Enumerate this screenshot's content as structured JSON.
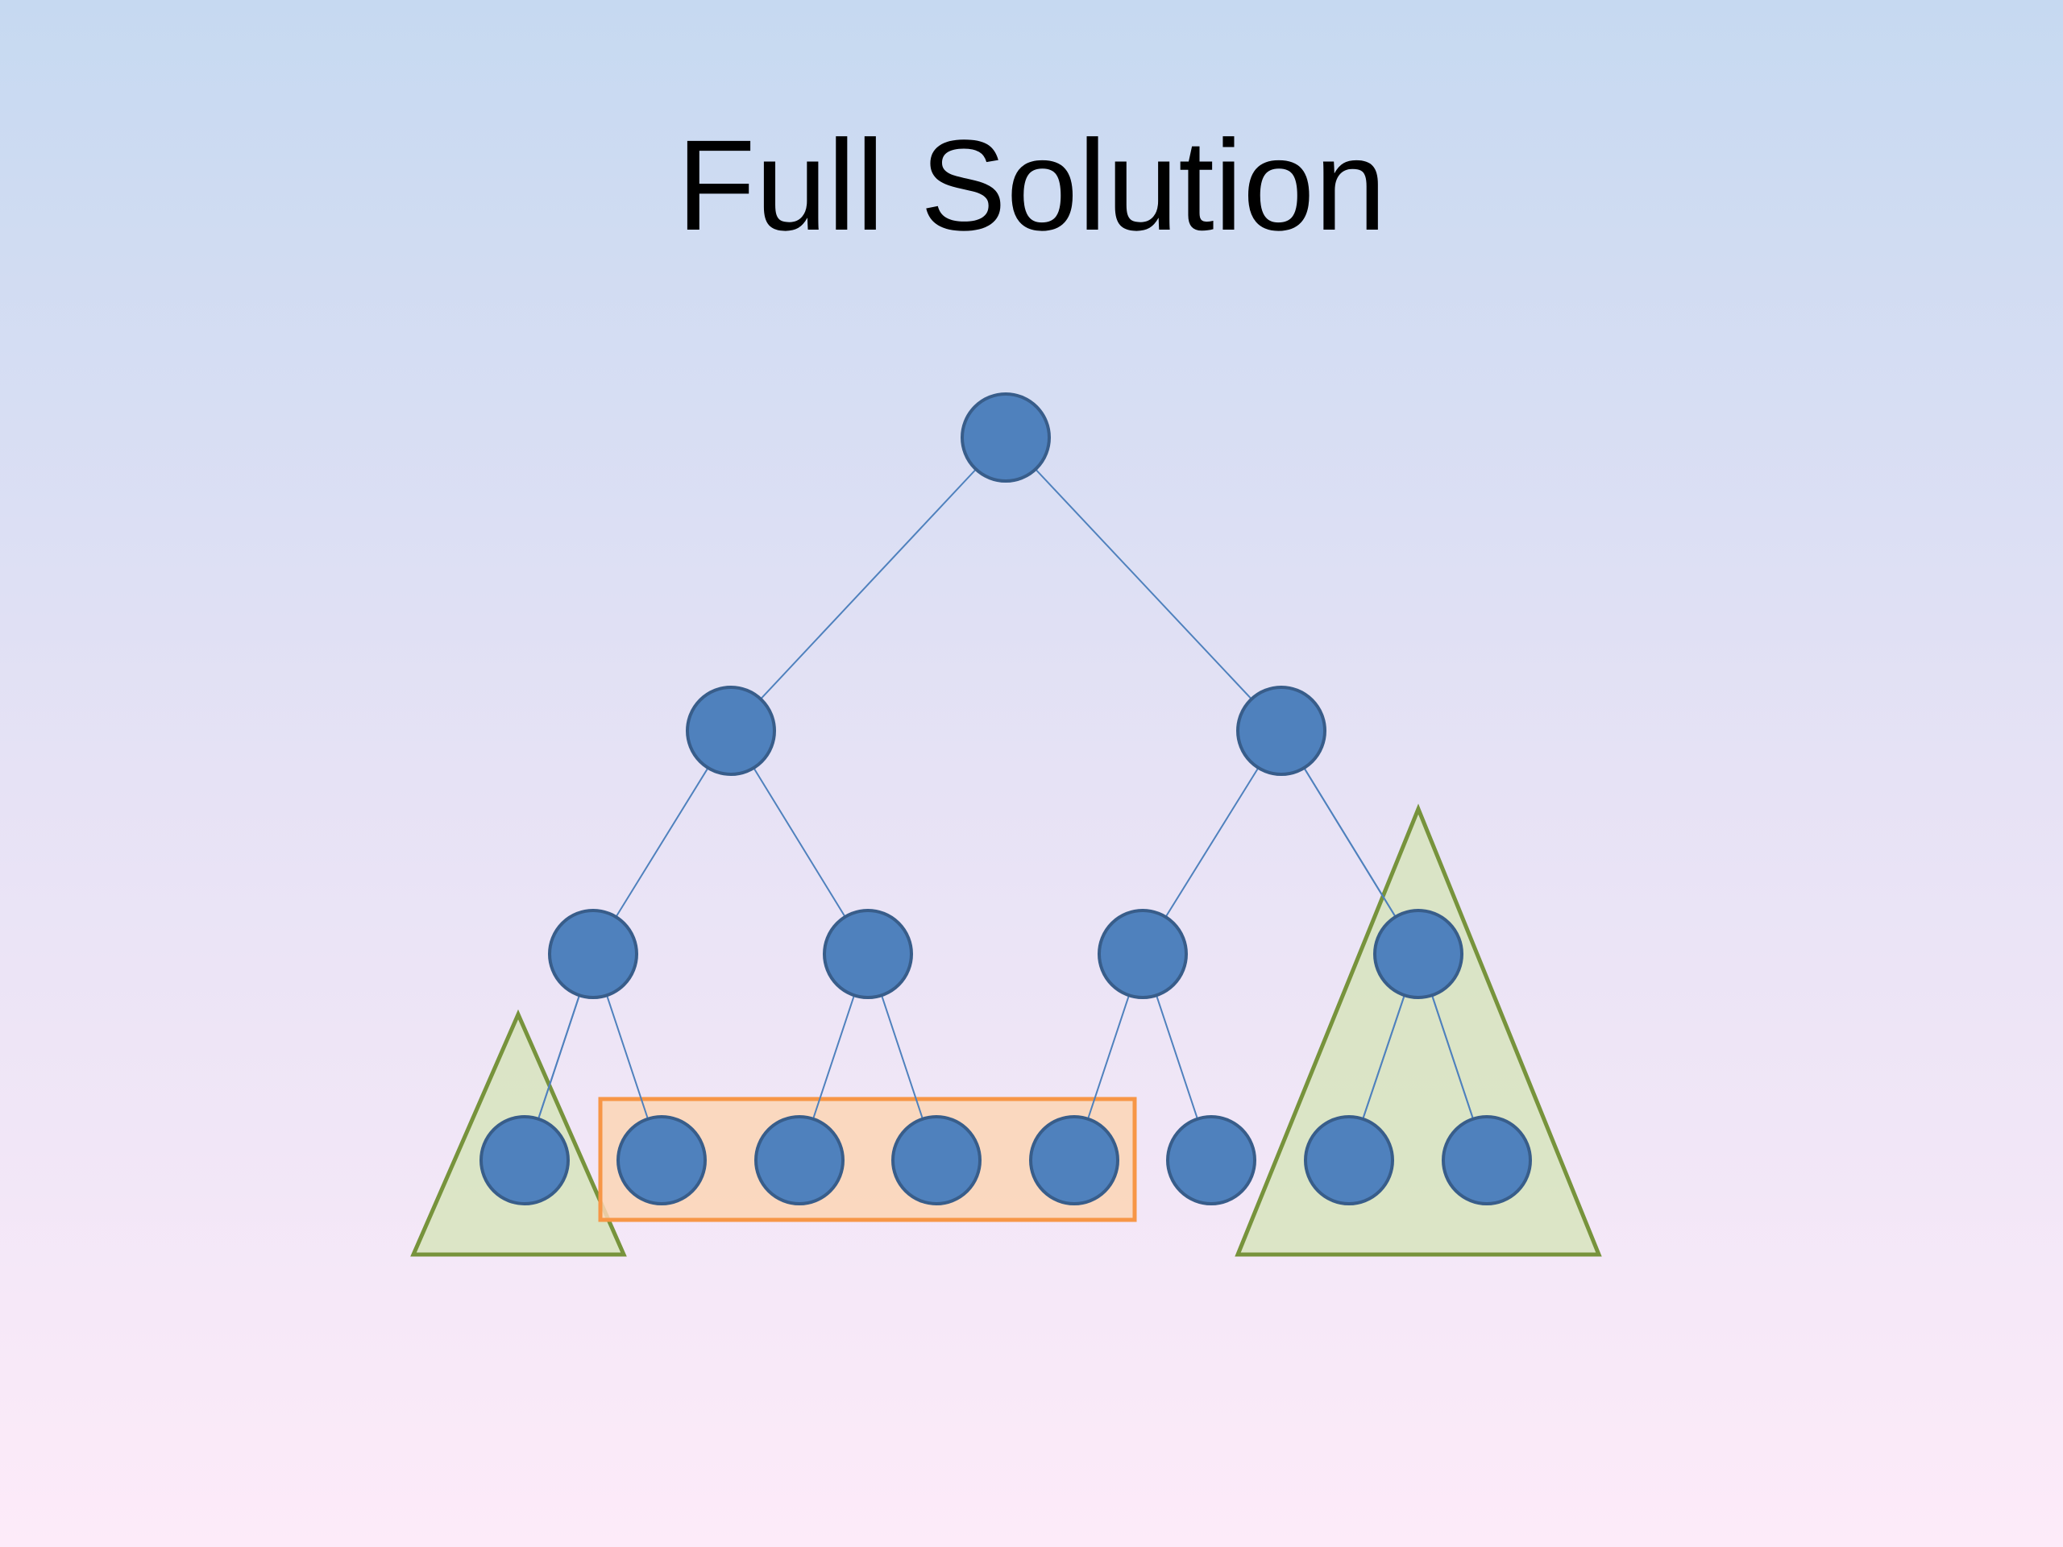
{
  "slide": {
    "title": "Full Solution"
  },
  "colors": {
    "node_fill": "#4f81bd",
    "node_stroke": "#385d8a",
    "edge": "#4f81bd",
    "triangle_fill": "#d7e4bd",
    "triangle_stroke": "#77933c",
    "range_fill": "#fbd5b5",
    "range_stroke": "#f79646"
  },
  "tree": {
    "levels": 4,
    "leaf_count": 8,
    "highlighted_subtrees": [
      {
        "shape": "triangle",
        "covers_leaves": [
          0
        ]
      },
      {
        "shape": "triangle",
        "covers_node": "level-2-index-3",
        "covers_leaves": [
          6,
          7
        ]
      }
    ],
    "highlighted_range": {
      "shape": "rectangle",
      "covers_leaves": [
        1,
        2,
        3,
        4
      ]
    }
  }
}
